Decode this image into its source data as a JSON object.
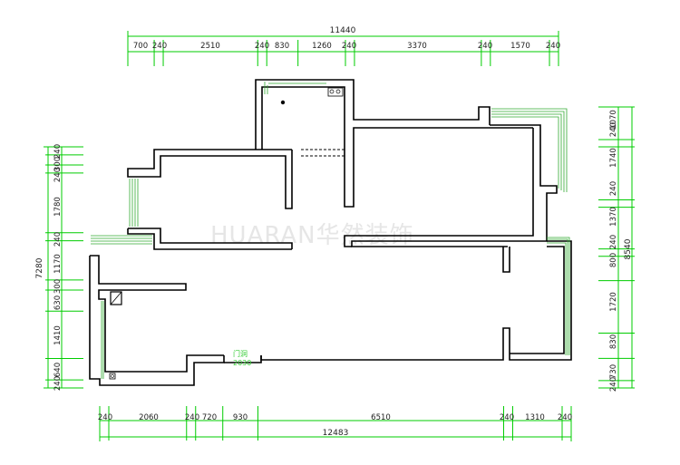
{
  "watermark": "HUARAN华然装饰",
  "door": {
    "label": "门洞",
    "width": "2030"
  },
  "top": {
    "total": "11440",
    "segments": [
      "700",
      "240",
      "2510",
      "240",
      "830",
      "1260",
      "240",
      "3370",
      "240",
      "1570",
      "240"
    ]
  },
  "bottom": {
    "total": "12483",
    "segments": [
      "240",
      "2060",
      "240",
      "720",
      "930",
      "6510",
      "240",
      "1310",
      "240"
    ]
  },
  "left": {
    "total": "7280",
    "segments": [
      "240",
      "300",
      "240",
      "1780",
      "240",
      "1170",
      "300",
      "630",
      "1410",
      "640",
      "240"
    ]
  },
  "right": {
    "total": "8540",
    "segments": [
      "1070",
      "240",
      "1740",
      "240",
      "1370",
      "240",
      "800",
      "1720",
      "830",
      "730",
      "240"
    ]
  },
  "colors": {
    "dimension": "#00cc00",
    "wall": "#000000",
    "window": "#33aa33"
  }
}
